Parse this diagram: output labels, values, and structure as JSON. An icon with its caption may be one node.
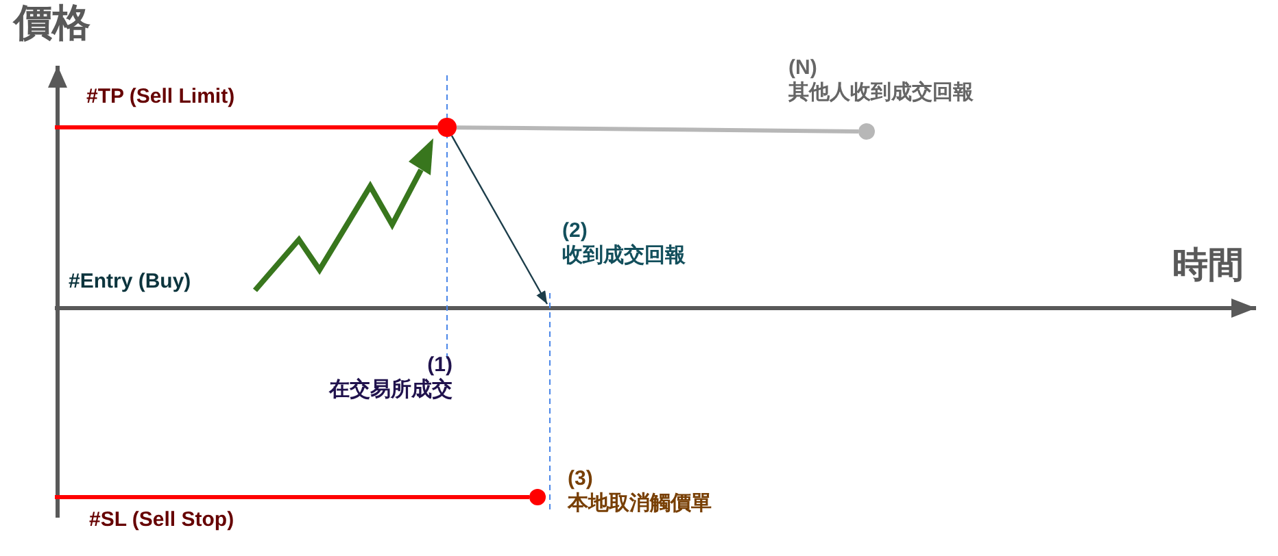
{
  "diagram": {
    "nodes": [
      {
        "text": [],
        "shape": "circle"
      },
      {
        "text": [],
        "shape": "circle"
      },
      {
        "text": [],
        "shape": "circle"
      }
    ],
    "edges": [
      {
        "from": null,
        "to": 0,
        "arrow": "none"
      },
      {
        "from": 0,
        "to": 1,
        "arrow": "none",
        "color": "#b7b7b7"
      },
      {
        "from": 0,
        "to": null,
        "arrow": "to",
        "color": "#1c3d4a"
      },
      {
        "from": null,
        "to": 2,
        "arrow": "none"
      }
    ],
    "labels": [
      "價格",
      "#TP (Sell Limit)",
      "(N) 其他人收到成交回報",
      "(2) 收到成交回報",
      "時間",
      "#Entry (Buy)",
      "(1) 在交易所成交",
      "(3) 本地取消觸價單",
      "#SL (Sell Stop)"
    ]
  }
}
